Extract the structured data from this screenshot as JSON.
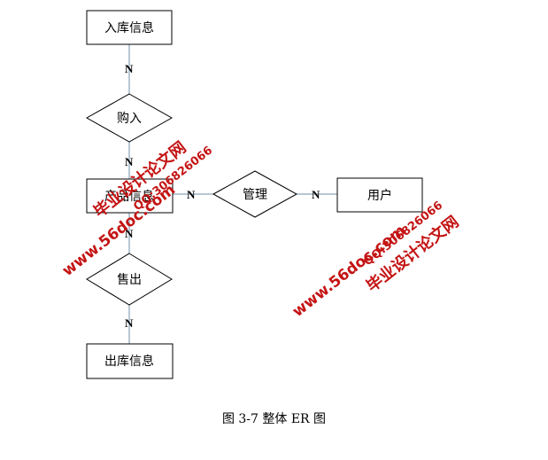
{
  "diagram": {
    "entities": {
      "inbound": "入库信息",
      "product": "产品信息",
      "user": "用户",
      "outbound": "出库信息"
    },
    "relationships": {
      "buy": "购入",
      "manage": "管理",
      "sell": "售出"
    },
    "cardinality": {
      "inbound_buy": "N",
      "buy_product": "N",
      "product_manage": "N",
      "manage_user": "N",
      "product_sell": "N",
      "sell_outbound": "N"
    }
  },
  "watermarks": {
    "site_cn": "毕业设计论文网",
    "qq": "QQ:306826066",
    "url": "www.56doc.com"
  },
  "caption": "图 3-7 整体 ER 图"
}
